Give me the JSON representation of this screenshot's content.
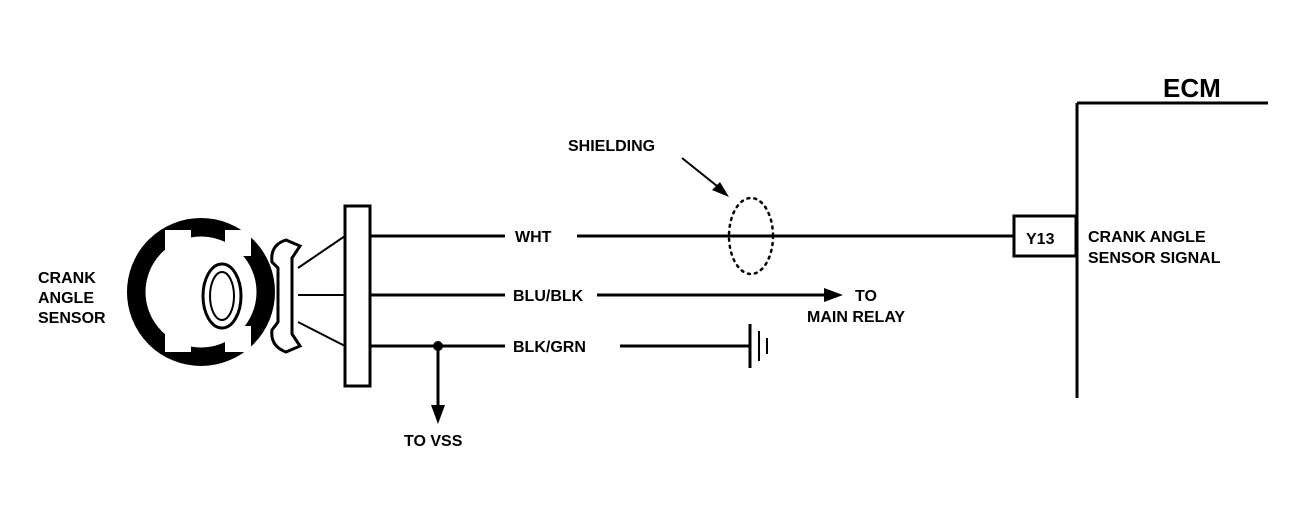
{
  "ecm": {
    "title": "ECM"
  },
  "sensor": {
    "label_lines": [
      "CRANK",
      "ANGLE",
      "SENSOR"
    ]
  },
  "wires": {
    "wht": "WHT",
    "blu_blk": "BLU/BLK",
    "blk_grn": "BLK/GRN"
  },
  "shielding": {
    "label": "SHIELDING"
  },
  "to_main_relay": {
    "lines": [
      "TO",
      "MAIN RELAY"
    ]
  },
  "to_vss": {
    "label": "TO VSS"
  },
  "terminal": {
    "id": "Y13"
  },
  "signal": {
    "lines": [
      "CRANK ANGLE",
      "SENSOR SIGNAL"
    ]
  },
  "colors": {
    "ink": "#000000",
    "paper": "#ffffff"
  }
}
